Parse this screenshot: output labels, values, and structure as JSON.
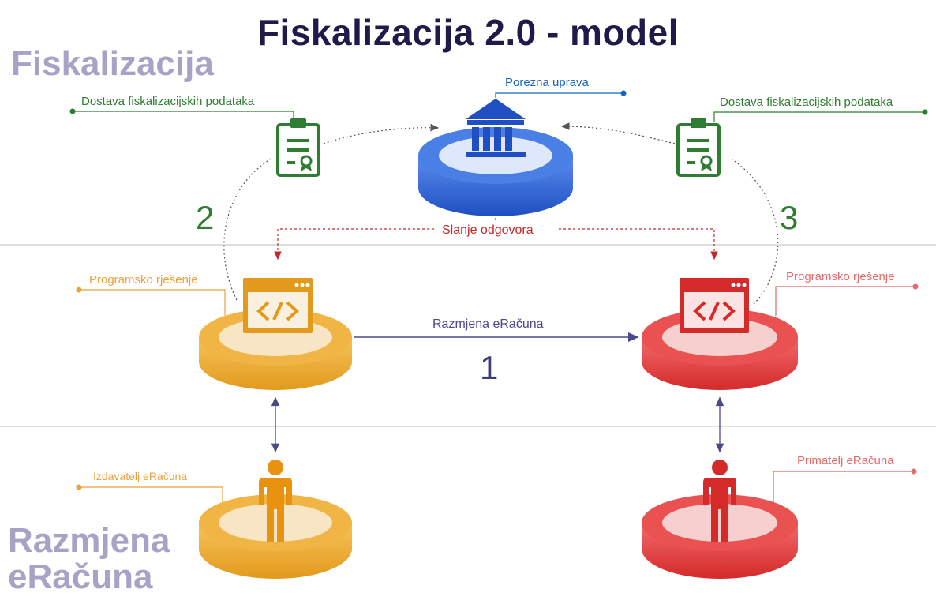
{
  "title": "Fiskalizacija 2.0 - model",
  "sections": {
    "top": "Fiskalizacija",
    "bottom_line1": "Razmjena",
    "bottom_line2": "eRačuna"
  },
  "labels": {
    "tax_authority": "Porezna uprava",
    "delivery_left": "Dostava fiskalizacijskih podataka",
    "delivery_right": "Dostava fiskalizacijskih podataka",
    "response": "Slanje odgovora",
    "software_left": "Programsko rješenje",
    "software_right": "Programsko rješenje",
    "exchange": "Razmjena eRačuna",
    "issuer": "Izdavatelj eRačuna",
    "recipient": "Primatelj eRačuna"
  },
  "steps": {
    "one": "1",
    "two": "2",
    "three": "3"
  },
  "colors": {
    "title": "#1e1b4b",
    "section": "#a7a3c6",
    "green": "#2e7d32",
    "blue": "#1565c0",
    "red": "#c62828",
    "orange": "#e8a23a",
    "purple": "#4a4a8a"
  },
  "icons": {
    "tax_authority": "bank-building-icon",
    "document": "clipboard-certificate-icon",
    "software": "code-window-icon",
    "person": "person-icon"
  }
}
